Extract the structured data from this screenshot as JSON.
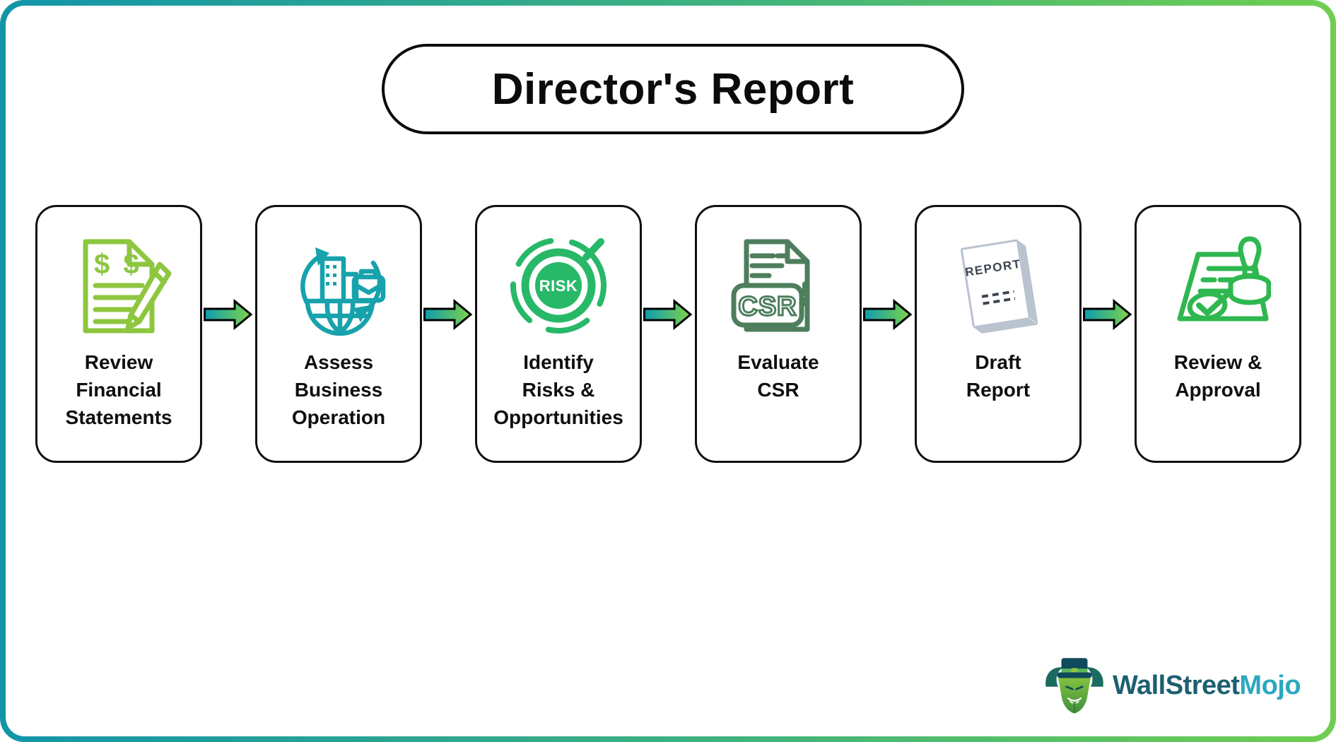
{
  "title": "Director's Report",
  "steps": [
    {
      "icon": "financial-statements-icon",
      "icon_text": "$ $",
      "label": "Review\nFinancial\nStatements",
      "color": "#8DC63F"
    },
    {
      "icon": "business-operation-icon",
      "label": "Assess\nBusiness\nOperation",
      "color": "#17A2AC"
    },
    {
      "icon": "risk-gauge-icon",
      "icon_text": "RISK",
      "label": "Identify\nRisks &\nOpportunities",
      "color": "#27B868"
    },
    {
      "icon": "csr-file-icon",
      "icon_text": "CSR",
      "label": "Evaluate\nCSR",
      "color": "#4E7E5D"
    },
    {
      "icon": "draft-report-icon",
      "icon_text": "REPORT",
      "label": "Draft\nReport",
      "color": "#B8C2CE"
    },
    {
      "icon": "approval-stamp-icon",
      "label": "Review &\nApproval",
      "color": "#2FB750"
    }
  ],
  "arrow_style": {
    "gradient_start": "#0D9CAE",
    "gradient_end": "#7FD34A",
    "outline": "#000000"
  },
  "frame_style": {
    "gradient_start": "#1295A9",
    "gradient_end": "#6FCE50"
  },
  "logo": {
    "icon": "wallstreetmojo-bull-icon",
    "brand_primary": "WallStreet",
    "brand_secondary": "Mojo",
    "primary_color": "#1C5F71",
    "secondary_color": "#2BA8C0"
  }
}
